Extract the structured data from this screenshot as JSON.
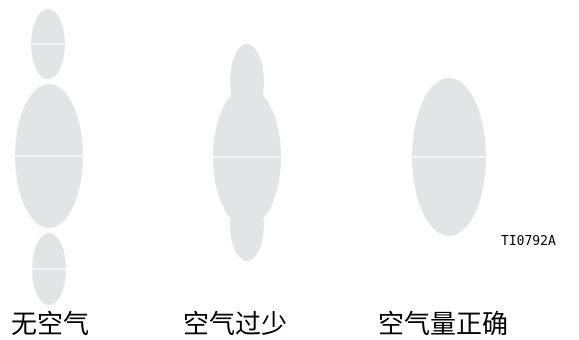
{
  "figure_id": "TI0792A",
  "colors": {
    "spray_fill": "#e3e4e6",
    "divider": "#ffffff",
    "text": "#000000"
  },
  "patterns": [
    {
      "label": "无空气"
    },
    {
      "label": "空气过少"
    },
    {
      "label": "空气量正确"
    }
  ]
}
